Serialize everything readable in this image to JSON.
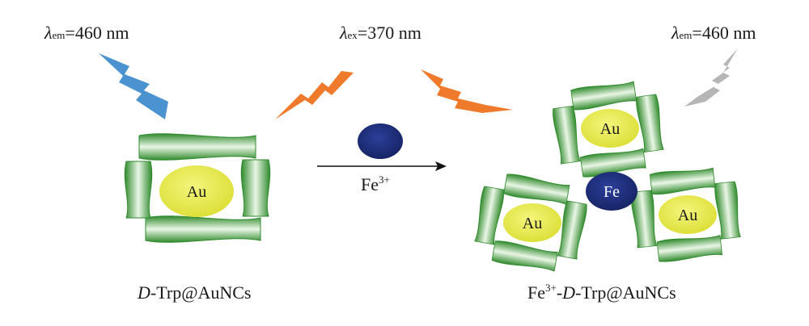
{
  "emission_left": {
    "symbol": "λ",
    "subscript": "em",
    "value": "=460 nm"
  },
  "excitation": {
    "symbol": "λ",
    "subscript": "ex",
    "value": "=370 nm"
  },
  "emission_right": {
    "symbol": "λ",
    "subscript": "em",
    "value": "=460 nm"
  },
  "reagent": {
    "base": "Fe",
    "charge": "3+"
  },
  "left_cluster": {
    "core": "Au"
  },
  "right_cluster": {
    "iron": "Fe",
    "cores": [
      "Au",
      "Au",
      "Au"
    ]
  },
  "caption_left": {
    "italic": "D",
    "rest": "-Trp@AuNCs"
  },
  "caption_right": {
    "prefix": "Fe",
    "charge": "3+",
    "dash": "-",
    "italic": "D",
    "rest": "-Trp@AuNCs"
  },
  "colors": {
    "ligand_green": "#3f9f3a",
    "ligand_light": "#e8f5e4",
    "gold_core": "#e6e84a",
    "iron_blue": "#1f2e7a",
    "bolt_blue": "#4a93d0",
    "bolt_orange": "#f07a2b",
    "bolt_gray": "#b5b5b5"
  }
}
